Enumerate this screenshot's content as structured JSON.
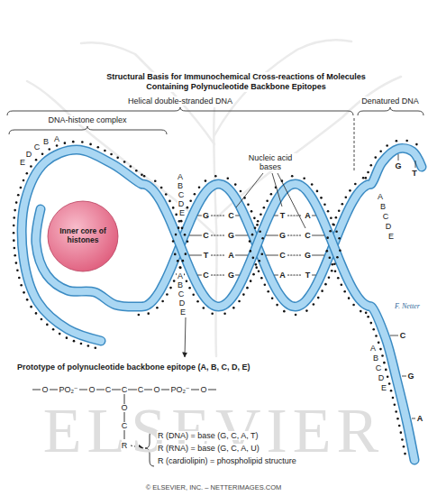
{
  "diagram": {
    "title": "Structural Basis for Immunochemical Cross-reactions of Molecules Containing Polynucleotide Backbone Epitopes",
    "nodes": [
      {
        "text": [
          "Inner core of histones"
        ]
      }
    ],
    "labels": [
      "Helical double-stranded DNA",
      "Denatured DNA",
      "DNA-histone complex",
      "Nucleic acid bases",
      "Prototype of polynucleotide backbone epitope (A, B, C, D, E)",
      "A",
      "B",
      "C",
      "D",
      "E",
      "A",
      "B",
      "C",
      "D",
      "E",
      "A",
      "B",
      "C",
      "D",
      "E",
      "A",
      "B",
      "C",
      "D",
      "E",
      "A",
      "B",
      "C",
      "D",
      "E",
      "G",
      "C",
      "C",
      "G",
      "T",
      "A",
      "C",
      "G",
      "T",
      "A",
      "G",
      "C",
      "C",
      "G",
      "A",
      "T",
      "G",
      "T",
      "C",
      "G",
      "A",
      "O",
      "PO₂⁻",
      "O",
      "C",
      "C",
      "C",
      "O",
      "PO₂⁻",
      "O",
      "O",
      "C",
      "R",
      "R (DNA) = base (G, C, A, T)",
      "R (RNA) = base (G, C, A, U)",
      "R (cardiolipin) = phospholipid structure",
      "ELSEVIER",
      "© ELSEVIER, INC. – NETTERIMAGES.COM",
      "F. Netter"
    ]
  }
}
